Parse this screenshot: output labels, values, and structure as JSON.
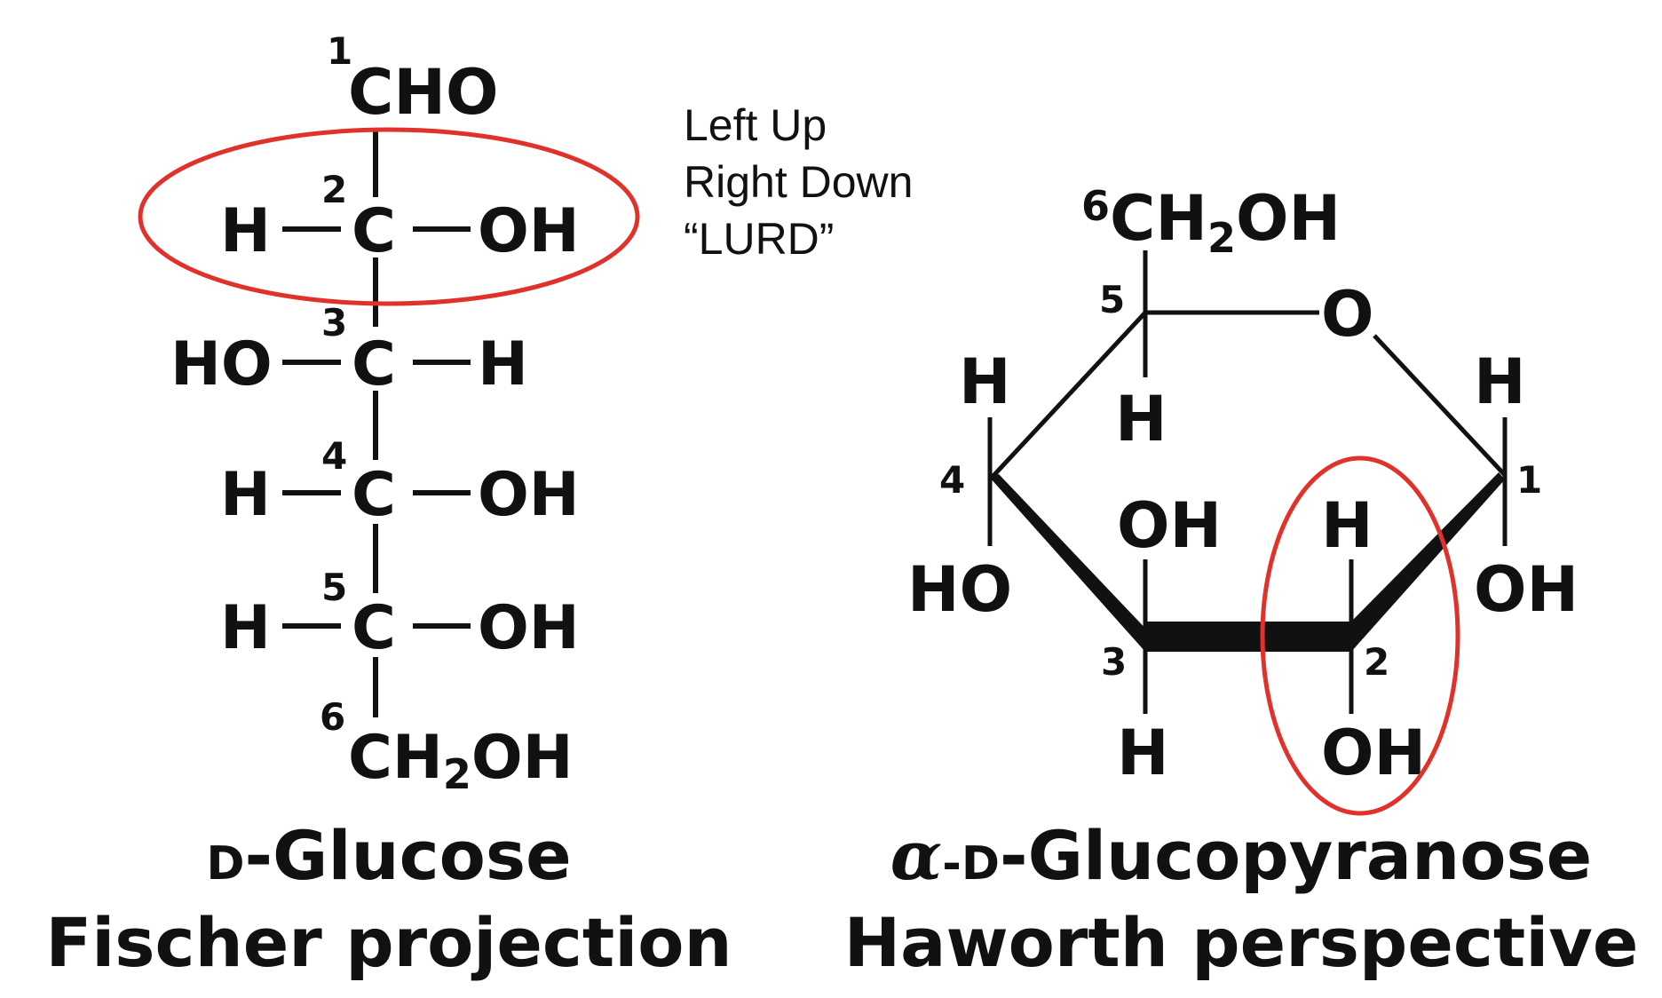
{
  "top_title_fragment": "",
  "fischer": {
    "c1_num": "1",
    "c1_group": "CHO",
    "rows": [
      {
        "num": "2",
        "left": "H",
        "center": "C",
        "right": "OH"
      },
      {
        "num": "3",
        "left": "HO",
        "center": "C",
        "right": "H"
      },
      {
        "num": "4",
        "left": "H",
        "center": "C",
        "right": "OH"
      },
      {
        "num": "5",
        "left": "H",
        "center": "C",
        "right": "OH"
      }
    ],
    "c6_num": "6",
    "c6_group": "CH",
    "c6_sub": "2",
    "c6_tail": "OH",
    "caption_line1_prefix": "D",
    "caption_line1": "-Glucose",
    "caption_line2": "Fischer projection"
  },
  "mnemonic": {
    "line1": "Left Up",
    "line2": "Right Down",
    "line3": "“LURD”"
  },
  "haworth": {
    "c6_num": "6",
    "c6_group": "CH",
    "c6_sub": "2",
    "c6_tail": "OH",
    "ring_oxygen": "O",
    "c5_num": "5",
    "c5_down": "H",
    "c4_num": "4",
    "c4_up": "H",
    "c4_down": "HO",
    "c3_num": "3",
    "c3_up": "OH",
    "c3_down": "H",
    "c2_num": "2",
    "c2_up": "H",
    "c2_down": "OH",
    "c1_num": "1",
    "c1_up": "H",
    "c1_down": "OH",
    "caption_alpha": "α",
    "caption_line1_prefix": "-D",
    "caption_line1": "-Glucopyranose",
    "caption_line2": "Haworth perspective"
  },
  "highlight_color": "#e0312b"
}
